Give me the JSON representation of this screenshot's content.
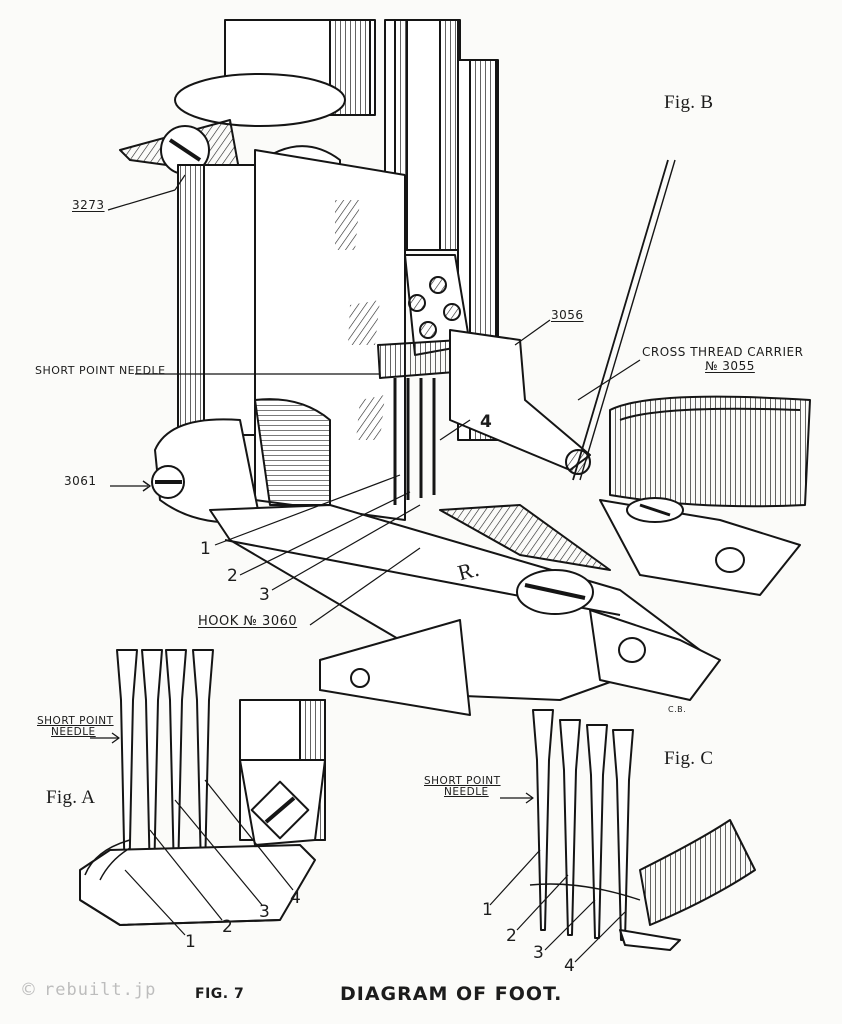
{
  "figure": {
    "fig_b_label": "Fig. B",
    "fig_a_label": "Fig. A",
    "fig_c_label": "Fig. C",
    "fig_number": "FIG. 7",
    "title": "DIAGRAM OF FOOT.",
    "signature": "C.B."
  },
  "fig_b": {
    "part_3273": "3273",
    "part_3056": "3056",
    "part_3061": "3061",
    "short_point_needle": "SHORT POINT NEEDLE",
    "cross_thread_carrier_line1": "CROSS THREAD CARRIER",
    "cross_thread_carrier_line2": "№ 3055",
    "hook": "HOOK № 3060",
    "foot_mark": "R.",
    "needle_labels": [
      "1",
      "2",
      "3",
      "4"
    ]
  },
  "fig_a": {
    "short_point_line1": "SHORT POINT",
    "short_point_line2": "NEEDLE",
    "needle_labels": [
      "1",
      "2",
      "3",
      "4"
    ]
  },
  "fig_c": {
    "short_point_line1": "SHORT POINT",
    "short_point_line2": "NEEDLE",
    "needle_labels": [
      "1",
      "2",
      "3",
      "4"
    ]
  },
  "watermark": {
    "icon": "copyright-icon",
    "symbol": "©",
    "text": "rebuilt.jp"
  }
}
